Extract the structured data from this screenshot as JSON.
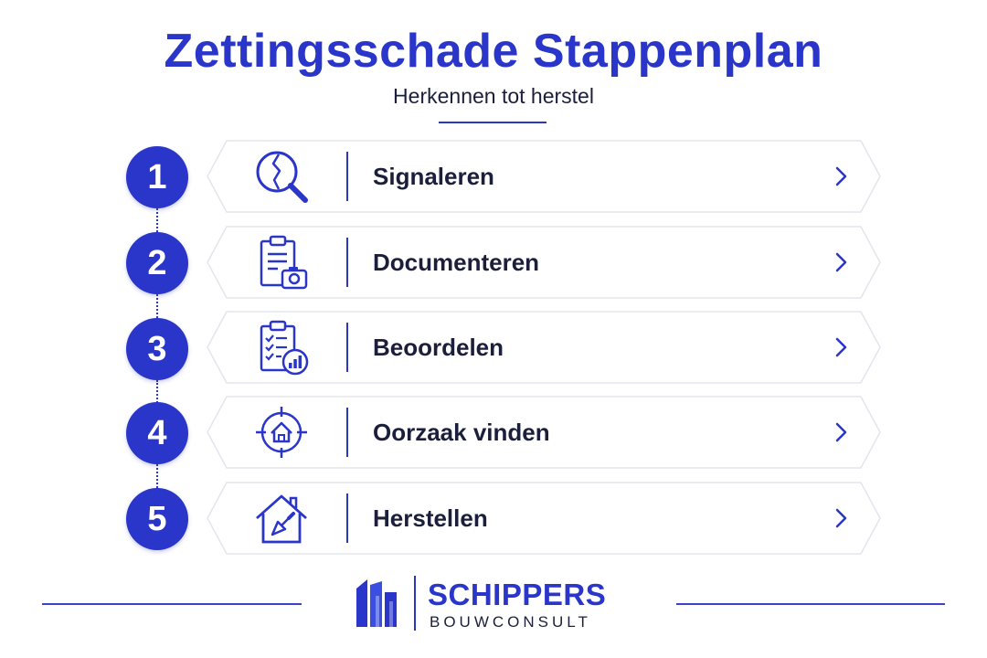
{
  "header": {
    "title": "Zettingsschade Stappenplan",
    "subtitle": "Herkennen tot herstel"
  },
  "steps": [
    {
      "number": "1",
      "label": "Signaleren",
      "icon": "magnifier-crack-icon"
    },
    {
      "number": "2",
      "label": "Documenteren",
      "icon": "clipboard-camera-icon"
    },
    {
      "number": "3",
      "label": "Beoordelen",
      "icon": "checklist-chart-icon"
    },
    {
      "number": "4",
      "label": "Oorzaak vinden",
      "icon": "target-house-icon"
    },
    {
      "number": "5",
      "label": "Herstellen",
      "icon": "house-trowel-icon"
    }
  ],
  "footer": {
    "brand_name": "SCHIPPERS",
    "brand_sub": "BOUWCONSULT"
  },
  "colors": {
    "accent": "#2a35c9",
    "text": "#1b1f3b",
    "card_border": "#e3e5ee"
  }
}
